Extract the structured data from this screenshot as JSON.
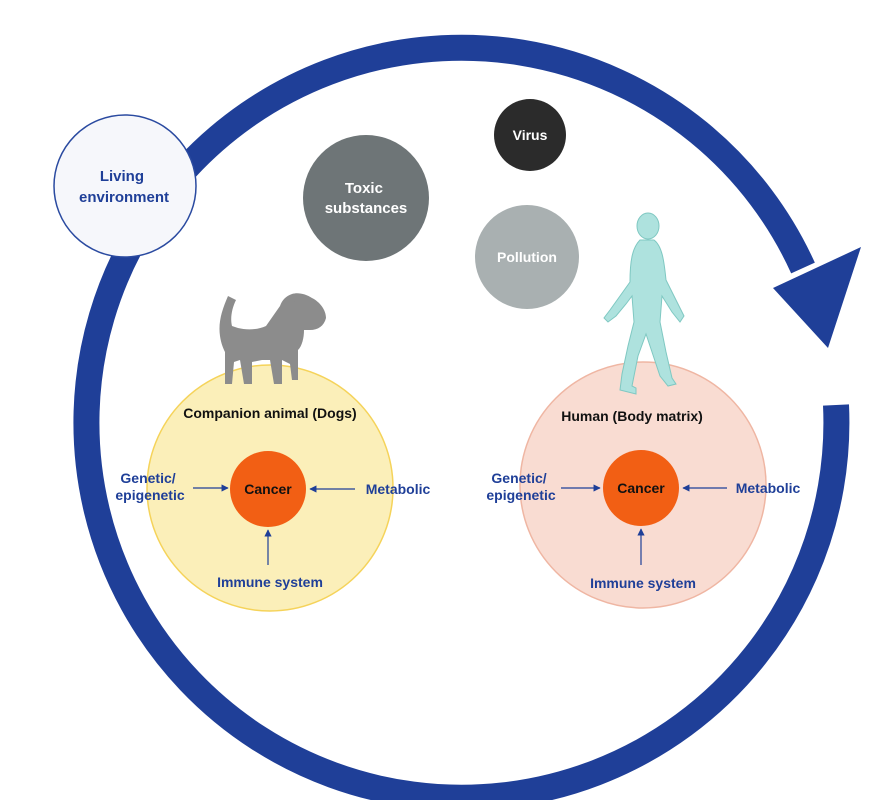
{
  "colors": {
    "ring": "#1f3f98",
    "living_env_fill": "#f6f7fb",
    "living_env_stroke": "#2a4aa0",
    "living_env_text": "#1f3f98",
    "toxic": "#6e7577",
    "virus": "#2b2b2b",
    "pollution": "#a9b0b1",
    "dog_circle": "#fbefb9",
    "dog_circle_stroke": "#f5d35a",
    "human_circle": "#f9dcd2",
    "human_circle_stroke": "#efb6a3",
    "cancer": "#f25f14",
    "factor_text": "#1f3f98",
    "dog_fill": "#8c8c8c",
    "human_fill": "#aee2de"
  },
  "living_environment": {
    "line1": "Living",
    "line2": "environment"
  },
  "factors": {
    "toxic": {
      "line1": "Toxic",
      "line2": "substances"
    },
    "virus": "Virus",
    "pollution": "Pollution"
  },
  "companion": {
    "title": "Companion animal (Dogs)",
    "icon": "dog-icon",
    "center": "Cancer",
    "genetic_line1": "Genetic/",
    "genetic_line2": "epigenetic",
    "metabolic": "Metabolic",
    "immune": "Immune system"
  },
  "human": {
    "title": "Human (Body matrix)",
    "icon": "walking-person-icon",
    "center": "Cancer",
    "genetic_line1": "Genetic/",
    "genetic_line2": "epigenetic",
    "metabolic": "Metabolic",
    "immune": "Immune system"
  }
}
